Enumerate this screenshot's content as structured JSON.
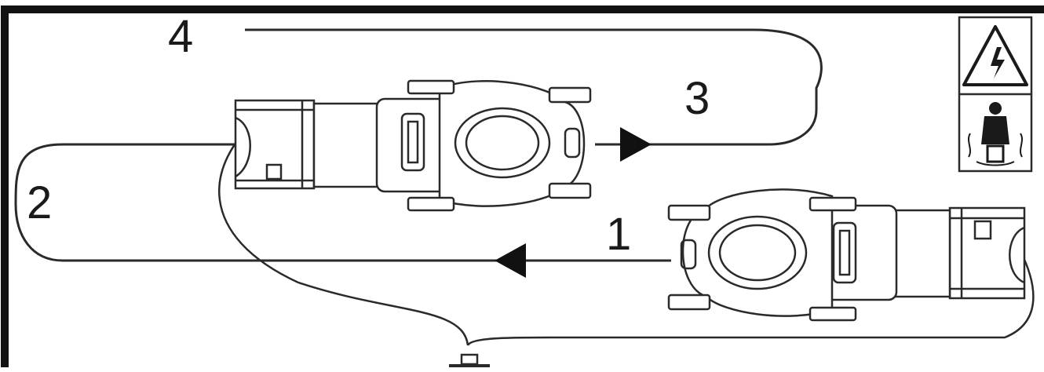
{
  "diagram": {
    "steps": [
      {
        "label": "1"
      },
      {
        "label": "2"
      },
      {
        "label": "3"
      },
      {
        "label": "4"
      }
    ],
    "icons": [
      "electric-shock-warning-icon",
      "operator-on-mower-icon"
    ],
    "colors": {
      "line": "#2a2a2a",
      "frame": "#111111",
      "background": "#ffffff"
    }
  }
}
